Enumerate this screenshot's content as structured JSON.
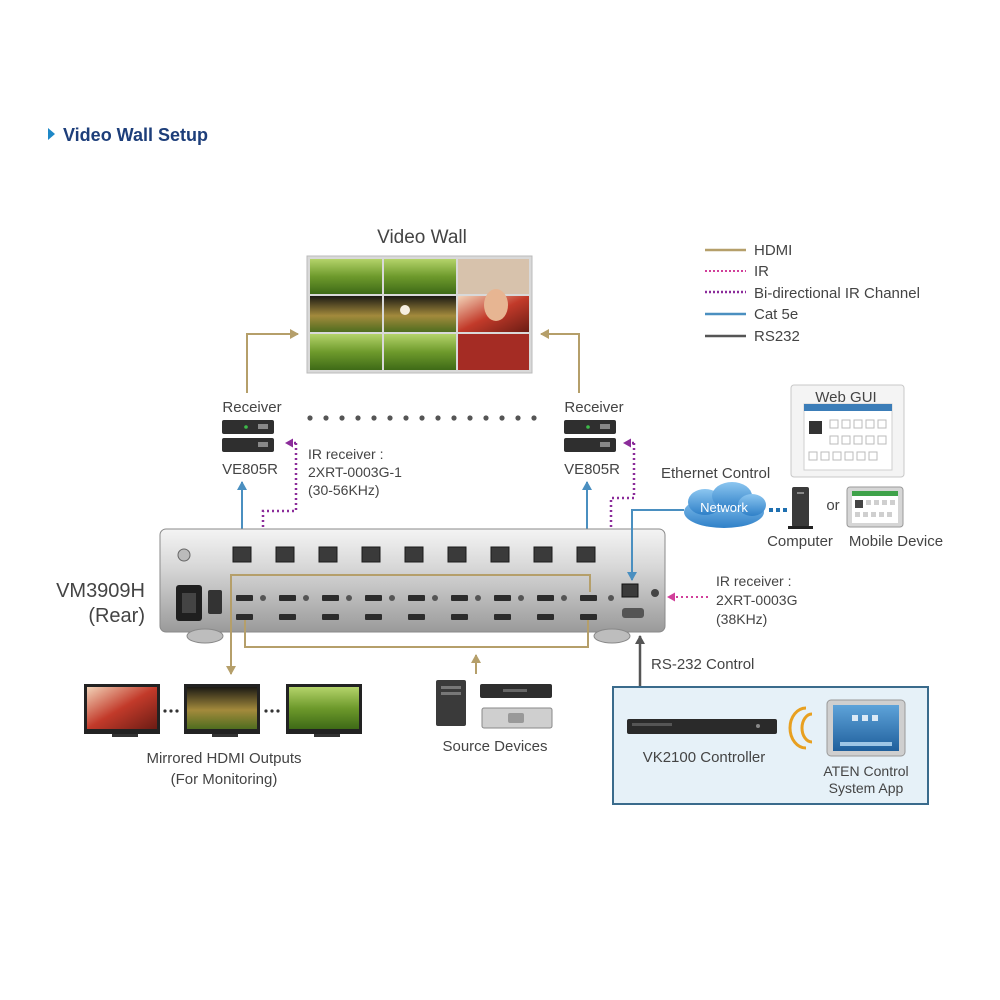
{
  "heading": "Video Wall Setup",
  "colors": {
    "heading": "#1d3e7a",
    "arrow_marker": "#1e88c7",
    "hdmi": "#b59f6a",
    "ir": "#d13f9a",
    "bidir_ir": "#8b2c9a",
    "cat5e": "#4a8fc0",
    "rs232": "#555555",
    "panel_bg": "#e6f1f8",
    "panel_border": "#3a6b8c",
    "network_cloud": "#3d8fd3"
  },
  "legend": [
    {
      "label": "HDMI",
      "style": "hdmi"
    },
    {
      "label": "IR",
      "style": "ir"
    },
    {
      "label": "Bi-directional IR Channel",
      "style": "bidir_ir"
    },
    {
      "label": "Cat 5e",
      "style": "cat5e"
    },
    {
      "label": "RS232",
      "style": "rs232"
    }
  ],
  "video_wall": {
    "title": "Video Wall"
  },
  "receiver_left": {
    "title": "Receiver",
    "model": "VE805R"
  },
  "receiver_right": {
    "title": "Receiver",
    "model": "VE805R"
  },
  "ir_receiver_1": [
    "IR receiver :",
    "2XRT-0003G-1",
    "(30-56KHz)"
  ],
  "ir_receiver_2": [
    "IR receiver :",
    "2XRT-0003G",
    "(38KHz)"
  ],
  "matrix": {
    "model": "VM3909H",
    "side": "(Rear)"
  },
  "ethernet_control": "Ethernet Control",
  "network": "Network",
  "web_gui": "Web GUI",
  "or": "or",
  "computer": "Computer",
  "mobile_device": "Mobile Device",
  "rs232_control": "RS-232 Control",
  "mirrored_outputs": [
    "Mirrored HDMI Outputs",
    "(For Monitoring)"
  ],
  "source_devices": "Source Devices",
  "controller": "VK2100 Controller",
  "app": [
    "ATEN Control",
    "System App"
  ]
}
